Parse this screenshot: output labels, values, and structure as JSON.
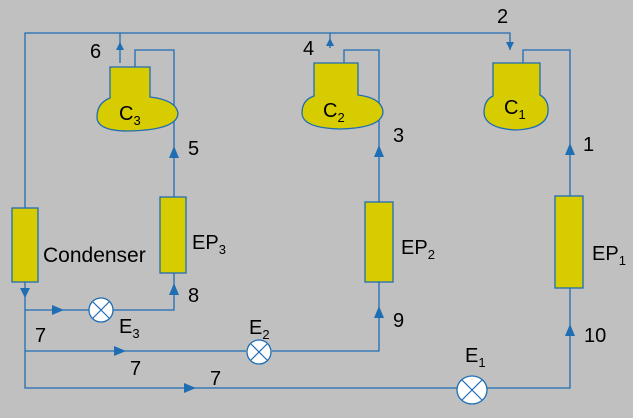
{
  "colors": {
    "background": "#c0c0c0",
    "pipe": "#1f6db3",
    "component_fill": "#d6cc00",
    "valve_fill": "#ffffff",
    "text": "#000000"
  },
  "components": {
    "condenser": "Condenser",
    "compressors": [
      {
        "letter": "C",
        "sub": "1"
      },
      {
        "letter": "C",
        "sub": "2"
      },
      {
        "letter": "C",
        "sub": "3"
      }
    ],
    "evaporators": [
      {
        "letter": "EP",
        "sub": "1"
      },
      {
        "letter": "EP",
        "sub": "2"
      },
      {
        "letter": "EP",
        "sub": "3"
      }
    ],
    "valves": [
      {
        "letter": "E",
        "sub": "1"
      },
      {
        "letter": "E",
        "sub": "2"
      },
      {
        "letter": "E",
        "sub": "3"
      }
    ]
  },
  "state_points": {
    "p1": "1",
    "p2": "2",
    "p3": "3",
    "p4": "4",
    "p5": "5",
    "p6": "6",
    "p7a": "7",
    "p7b": "7",
    "p7c": "7",
    "p8": "8",
    "p9": "9",
    "p10": "10"
  }
}
